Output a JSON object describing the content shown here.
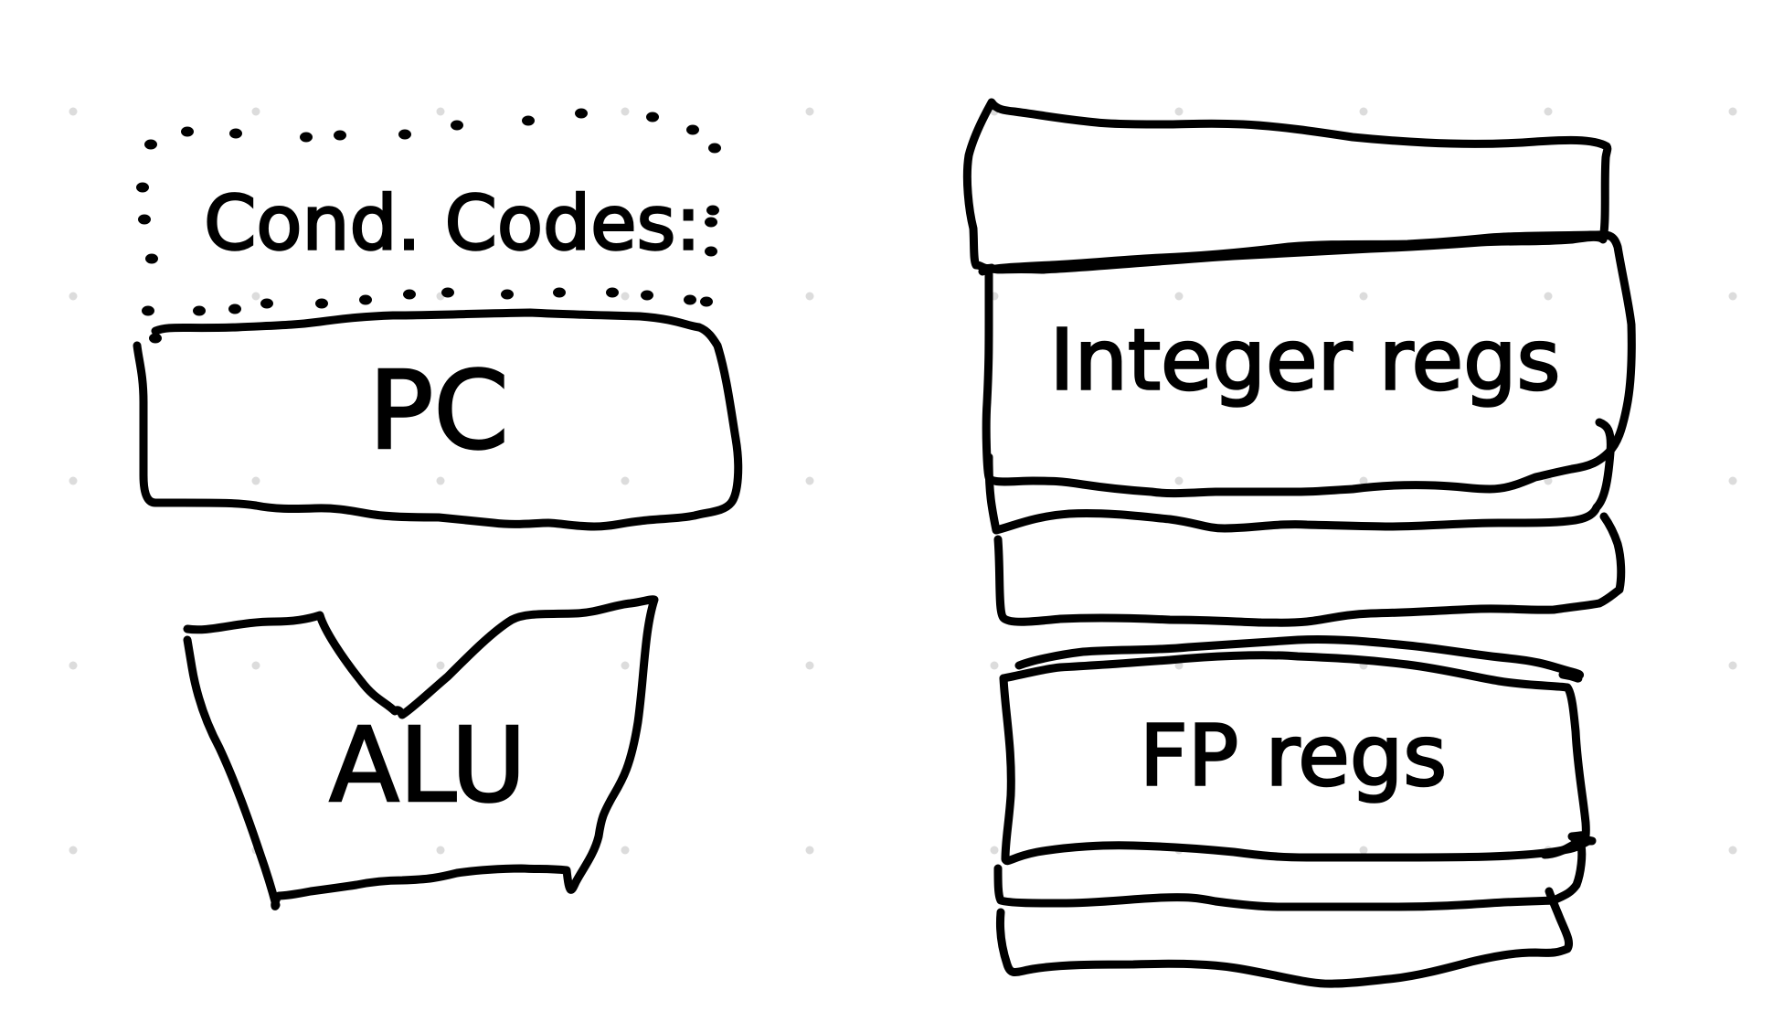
{
  "labels": {
    "cond_codes": "Cond. Codes:",
    "pc": "PC",
    "alu": "ALU",
    "integer_regs": "Integer regs",
    "fp_regs": "FP regs"
  },
  "colors": {
    "ink": "#000000",
    "grid_dot": "#dcdcdc",
    "background": "#ffffff"
  }
}
